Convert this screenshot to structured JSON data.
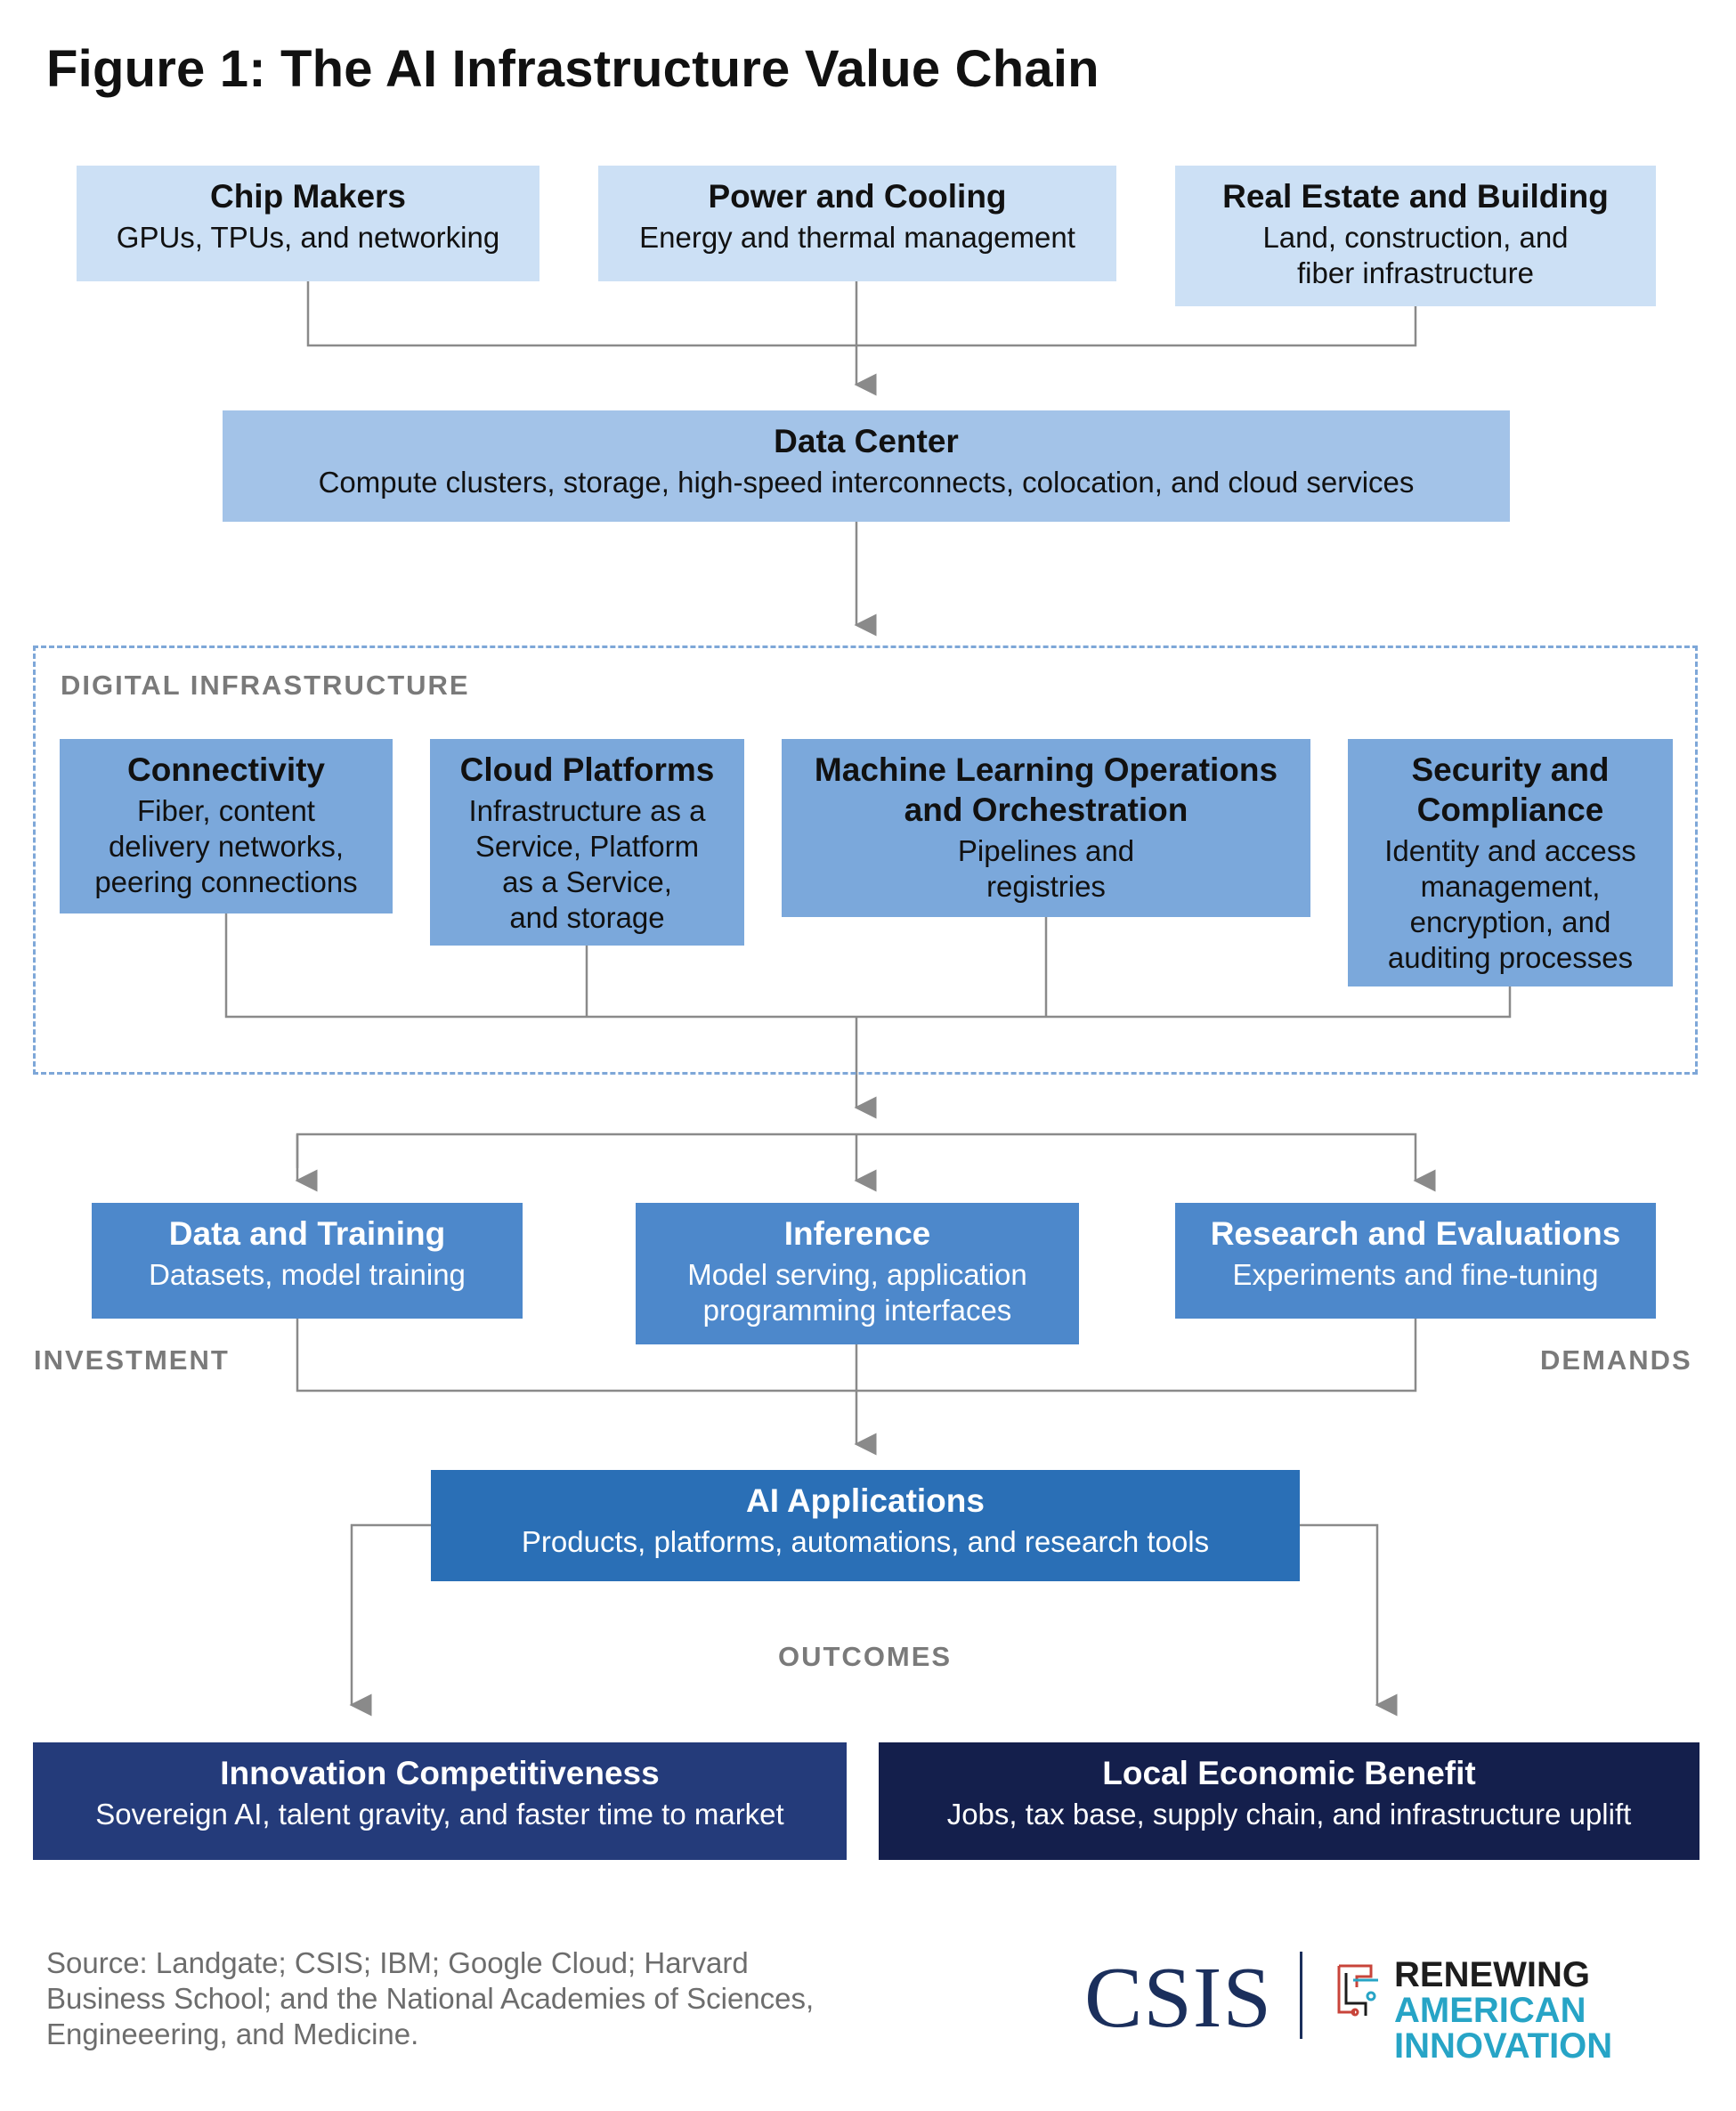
{
  "title": "Figure 1: The AI Infrastructure Value Chain",
  "inputs": [
    {
      "title": "Chip Makers",
      "desc": "GPUs, TPUs, and networking"
    },
    {
      "title": "Power and Cooling",
      "desc": "Energy and thermal management"
    },
    {
      "title": "Real Estate and Building",
      "desc": "Land, construction, and\nfiber infrastructure"
    }
  ],
  "data_center": {
    "title": "Data Center",
    "desc": "Compute clusters, storage, high-speed interconnects, colocation, and cloud services"
  },
  "digital_infrastructure": {
    "label": "DIGITAL INFRASTRUCTURE",
    "items": [
      {
        "title": "Connectivity",
        "desc": "Fiber, content\ndelivery networks,\npeering connections"
      },
      {
        "title": "Cloud Platforms",
        "desc": "Infrastructure as a\nService, Platform\nas a Service,\nand storage"
      },
      {
        "title": "Machine Learning Operations\nand Orchestration",
        "desc": "Pipelines and\nregistries"
      },
      {
        "title": "Security and\nCompliance",
        "desc": "Identity and access\nmanagement,\nencryption, and\nauditing processes"
      }
    ]
  },
  "workloads": [
    {
      "title": "Data and Training",
      "desc": "Datasets, model training"
    },
    {
      "title": "Inference",
      "desc": "Model serving, application\nprogramming interfaces"
    },
    {
      "title": "Research and Evaluations",
      "desc": "Experiments and fine-tuning"
    }
  ],
  "side_labels": {
    "left": "INVESTMENT",
    "right": "DEMANDS"
  },
  "ai_applications": {
    "title": "AI Applications",
    "desc": "Products, platforms, automations, and research tools"
  },
  "outcomes_label": "OUTCOMES",
  "outcomes": [
    {
      "title": "Innovation Competitiveness",
      "desc": "Sovereign AI, talent gravity, and faster time to market"
    },
    {
      "title": "Local Economic Benefit",
      "desc": "Jobs, tax base, supply chain, and infrastructure uplift"
    }
  ],
  "source": "Source: Landgate; CSIS; IBM; Google Cloud; Harvard\nBusiness School; and the National Academies of Sciences,\nEngineeering, and Medicine.",
  "logos": {
    "csis": "CSIS",
    "renewing_word1": "RENEWING",
    "renewing_word2": "AMERICAN",
    "renewing_word3": "INNOVATION"
  },
  "colors": {
    "tier1": "#cce0f5",
    "tier2": "#a3c3e8",
    "tier3": "#7ba8db",
    "tier4": "#4d88cb",
    "tier5": "#2a6fb6",
    "outcome1": "#243b7a",
    "outcome2": "#141f4c",
    "connector": "#8a8a8a",
    "dashed_border": "#7ea7d8"
  }
}
